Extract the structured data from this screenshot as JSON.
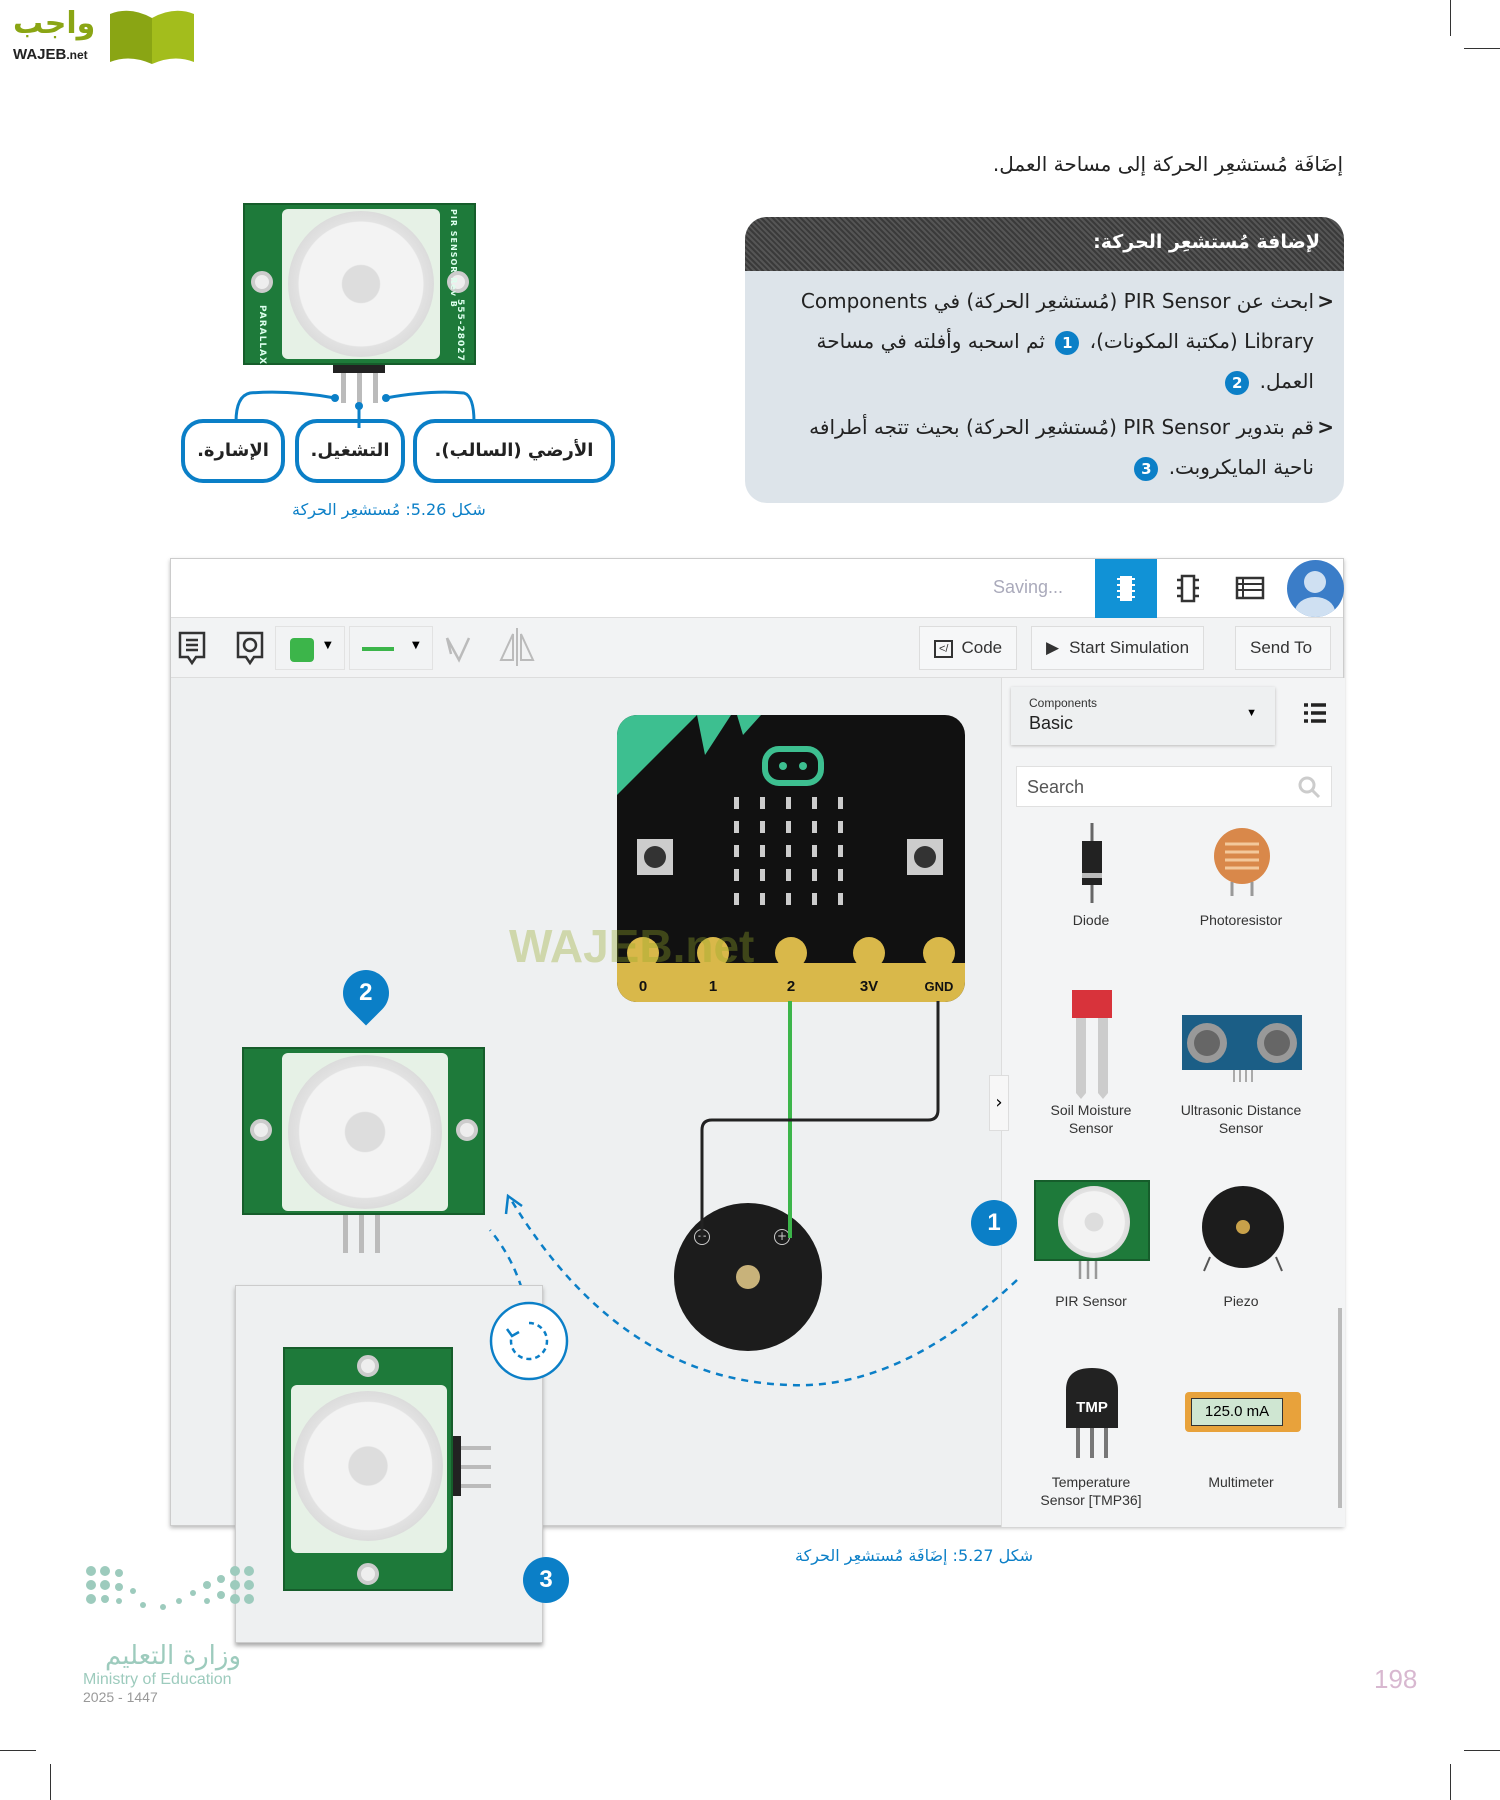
{
  "logo": {
    "arabic": "واجب",
    "latin": "WAJEB.net"
  },
  "heading": "إضَافَة مُستشعِر الحركة إلى مساحة العمل.",
  "infobox": {
    "title": "لإضافة مُستشعِر الحركة:",
    "step1_a": "ابحث عن PIR Sensor (مُستشعِر الحركة) في Components Library (مكتبة المكونات)،",
    "step1_b": "ثم اسحبه وأفلته في مساحة العمل.",
    "step2_a": "قم بتدوير PIR Sensor (مُستشعِر الحركة) بحيث تتجه أطرافه ناحية المايكروبت.",
    "n1": "1",
    "n2": "2",
    "n3": "3"
  },
  "figure526": {
    "labels": [
      "الإشارة.",
      "التشغيل.",
      "الأرضي (السالب)."
    ],
    "caption": "شكل 5.26: مُستشعِر الحركة",
    "board_text": {
      "left": "PARALLAX",
      "right": "555-28027",
      "top": "PIR SENSOR Rev B"
    }
  },
  "app": {
    "status": "Saving...",
    "view_buttons": [
      "circuit-view-icon",
      "schematic-view-icon",
      "component-list-icon"
    ],
    "toolbar": {
      "code": "Code",
      "start_simulation": "Start Simulation",
      "send_to": "Send To",
      "color_swatch": "#3cb54a"
    },
    "panel": {
      "dropdown_label": "Components",
      "dropdown_value": "Basic",
      "search_placeholder": "Search",
      "components": [
        "Diode",
        "Photoresistor",
        "Soil Moisture Sensor",
        "Ultrasonic Distance Sensor",
        "PIR Sensor",
        "Piezo",
        "Temperature Sensor [TMP36]",
        "Multimeter"
      ],
      "multimeter_reading": "125.0 mA"
    },
    "microbit_pins": [
      "0",
      "1",
      "2",
      "3V",
      "GND"
    ],
    "badges": [
      "1",
      "2",
      "3"
    ],
    "watermark": "WAJEB.net"
  },
  "figure527": {
    "caption": "شكل 5.27: إضَافَة مُستشعِر الحركة"
  },
  "footer": {
    "ministry_ar": "وزارة التعليم",
    "ministry_en": "Ministry of Education",
    "year": "2025 - 1447",
    "page": "198"
  },
  "colors": {
    "accent": "#0b7fc7",
    "microbit_green": "#3dbf90",
    "pcb_green": "#1e7a3a"
  }
}
